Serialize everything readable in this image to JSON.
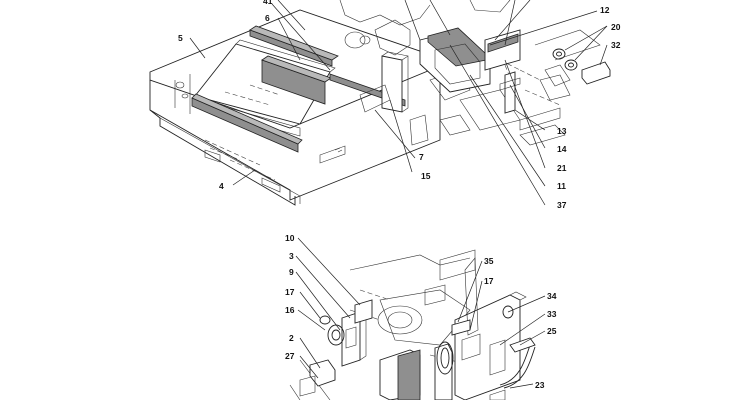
{
  "callouts": {
    "c41": "41",
    "c6": "6",
    "c5": "5",
    "c4": "4",
    "c7": "7",
    "c15": "15",
    "c12": "12",
    "c20": "20",
    "c32": "32",
    "c13": "13",
    "c14": "14",
    "c21": "21",
    "c11": "11",
    "c37": "37",
    "c10": "10",
    "c3": "3",
    "c9": "9",
    "c17a": "17",
    "c16": "16",
    "c2": "2",
    "c27": "27",
    "c35": "35",
    "c17b": "17",
    "c34": "34",
    "c33": "33",
    "c25": "25",
    "c23": "23"
  }
}
